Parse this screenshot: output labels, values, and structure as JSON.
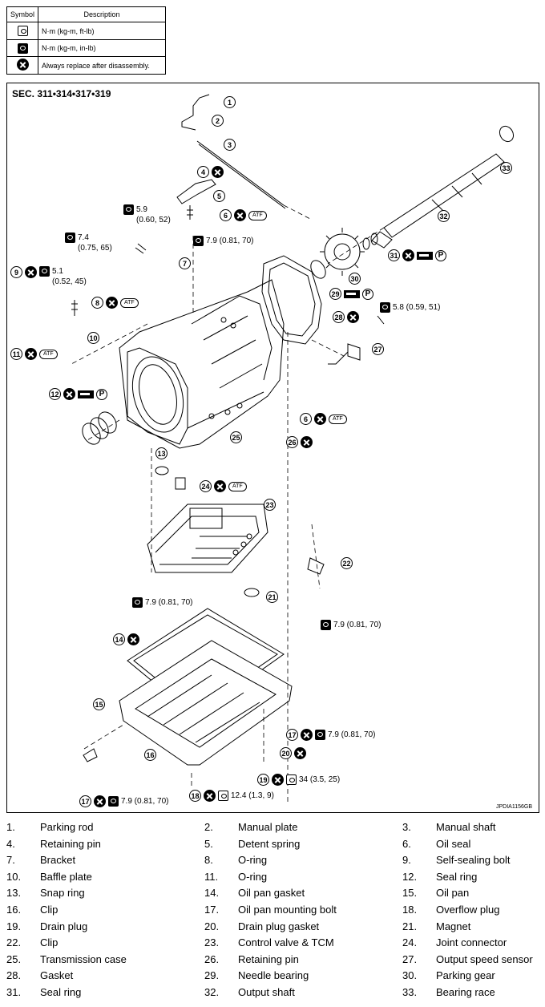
{
  "legend": {
    "headers": [
      "Symbol",
      "Description"
    ],
    "rows": [
      {
        "icon": "torque-nm-ftlb-icon",
        "text": "N·m (kg-m, ft-lb)"
      },
      {
        "icon": "torque-nm-inlb-icon",
        "text": "N·m (kg-m, in-lb)"
      },
      {
        "icon": "always-replace-icon",
        "text": "Always replace after disassembly."
      }
    ]
  },
  "diagram": {
    "section": "SEC. 311•314•317•319",
    "image_id": "JPDIA1156GB",
    "atf_label": "ATF",
    "petroleum_jelly_label": "P",
    "torques": {
      "t1": "5.9",
      "t1b": "(0.60, 52)",
      "t2": "7.4",
      "t2b": "(0.75, 65)",
      "t3": "5.1",
      "t3b": "(0.52, 45)",
      "t4": "7.9 (0.81, 70)",
      "t5": "5.8 (0.59, 51)",
      "t6": "7.9 (0.81, 70)",
      "t7": "7.9 (0.81, 70)",
      "t8": "7.9 (0.81, 70)",
      "t9": "34 (3.5, 25)",
      "t10": "12.4 (1.3, 9)",
      "t11": "7.9 (0.81, 70)"
    },
    "callouts": [
      "1",
      "2",
      "3",
      "4",
      "5",
      "6",
      "7",
      "8",
      "9",
      "10",
      "11",
      "12",
      "13",
      "14",
      "15",
      "16",
      "17",
      "18",
      "19",
      "20",
      "21",
      "22",
      "23",
      "24",
      "25",
      "26",
      "27",
      "28",
      "29",
      "30",
      "31",
      "32",
      "33"
    ]
  },
  "parts": [
    {
      "n": "1.",
      "name": "Parking rod"
    },
    {
      "n": "2.",
      "name": "Manual plate"
    },
    {
      "n": "3.",
      "name": "Manual shaft"
    },
    {
      "n": "4.",
      "name": "Retaining pin"
    },
    {
      "n": "5.",
      "name": "Detent spring"
    },
    {
      "n": "6.",
      "name": "Oil seal"
    },
    {
      "n": "7.",
      "name": "Bracket"
    },
    {
      "n": "8.",
      "name": "O-ring"
    },
    {
      "n": "9.",
      "name": "Self-sealing bolt"
    },
    {
      "n": "10.",
      "name": "Baffle plate"
    },
    {
      "n": "11.",
      "name": "O-ring"
    },
    {
      "n": "12.",
      "name": "Seal ring"
    },
    {
      "n": "13.",
      "name": "Snap ring"
    },
    {
      "n": "14.",
      "name": "Oil pan gasket"
    },
    {
      "n": "15.",
      "name": "Oil pan"
    },
    {
      "n": "16.",
      "name": "Clip"
    },
    {
      "n": "17.",
      "name": "Oil pan mounting bolt"
    },
    {
      "n": "18.",
      "name": "Overflow plug"
    },
    {
      "n": "19.",
      "name": "Drain plug"
    },
    {
      "n": "20.",
      "name": "Drain plug gasket"
    },
    {
      "n": "21.",
      "name": "Magnet"
    },
    {
      "n": "22.",
      "name": "Clip"
    },
    {
      "n": "23.",
      "name": "Control valve & TCM"
    },
    {
      "n": "24.",
      "name": "Joint connector"
    },
    {
      "n": "25.",
      "name": "Transmission case"
    },
    {
      "n": "26.",
      "name": "Retaining pin"
    },
    {
      "n": "27.",
      "name": "Output speed sensor"
    },
    {
      "n": "28.",
      "name": "Gasket"
    },
    {
      "n": "29.",
      "name": "Needle bearing"
    },
    {
      "n": "30.",
      "name": "Parking gear"
    },
    {
      "n": "31.",
      "name": "Seal ring"
    },
    {
      "n": "32.",
      "name": "Output shaft"
    },
    {
      "n": "33.",
      "name": "Bearing race"
    }
  ]
}
